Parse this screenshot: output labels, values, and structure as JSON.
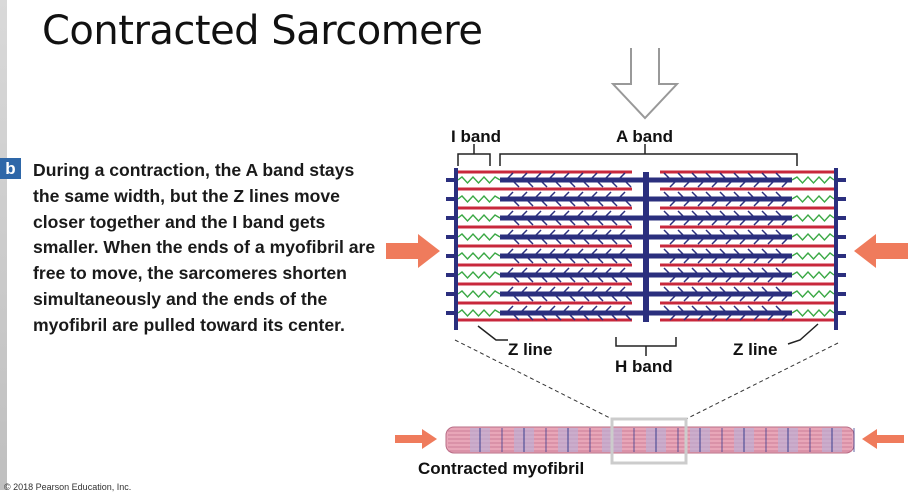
{
  "title": "Contracted Sarcomere",
  "badge": "b",
  "description": "During a contraction, the A band stays the same width, but the Z lines move closer together and the I band gets smaller. When the ends of a myofibril are free to move, the sarcomeres shorten simultaneously and the ends of the myofibril are pulled toward its center.",
  "labels": {
    "i_band": "I band",
    "a_band": "A band",
    "z_line_left": "Z line",
    "z_line_right": "Z line",
    "h_band": "H band",
    "myofibril": "Contracted myofibril"
  },
  "copyright": "© 2018 Pearson Education, Inc.",
  "colors": {
    "thick_filament": "#2b2f7e",
    "thin_filament": "#c8283c",
    "titin": "#3aa844",
    "arrow": "#ef7b5c",
    "myofibril": "#e8a6b8"
  }
}
